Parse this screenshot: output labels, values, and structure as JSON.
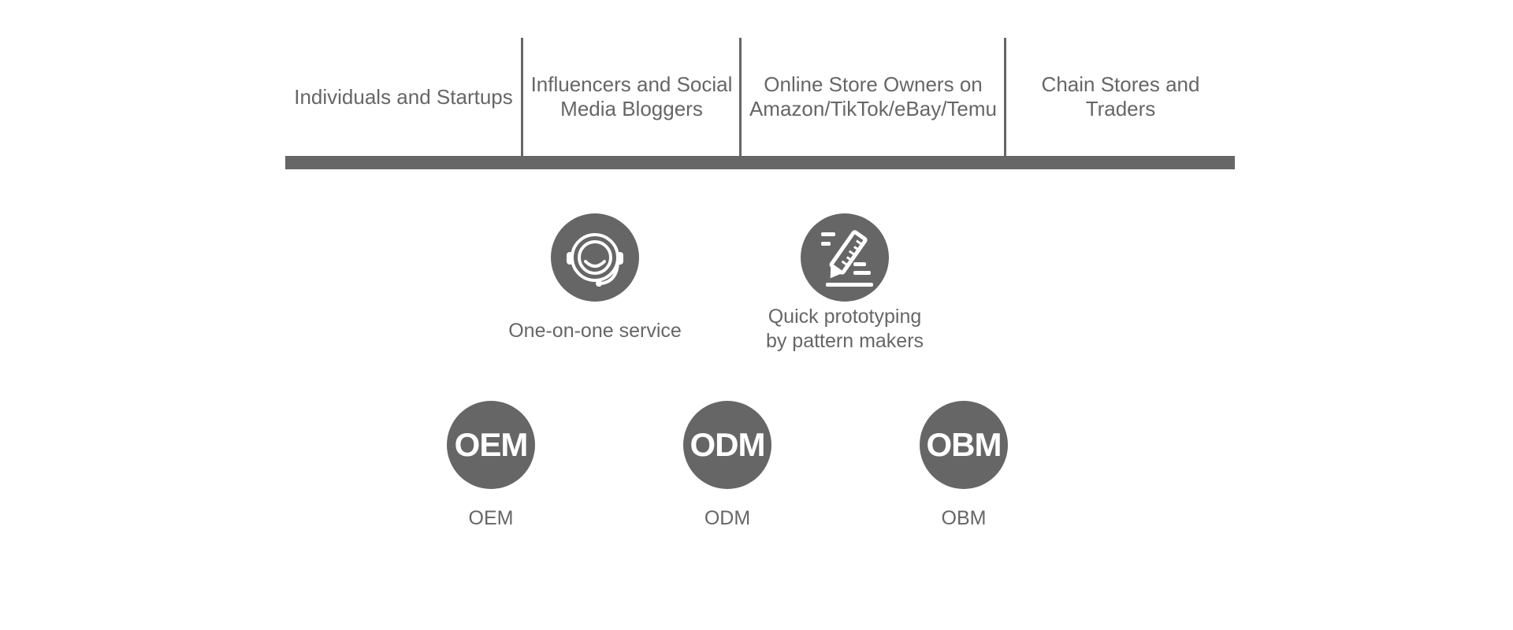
{
  "segments": [
    {
      "label": "Individuals and Startups"
    },
    {
      "label": "Influencers and Social Media Bloggers"
    },
    {
      "label": "Online Store Owners on Amazon/TikTok/eBay/Temu"
    },
    {
      "label": "Chain Stores and Traders"
    }
  ],
  "services": [
    {
      "label": "One-on-one service",
      "icon": "headset-icon"
    },
    {
      "label": "Quick prototyping\nby pattern makers",
      "icon": "pencil-ruler-icon"
    }
  ],
  "models": [
    {
      "badge": "OEM",
      "label": "OEM"
    },
    {
      "badge": "ODM",
      "label": "ODM"
    },
    {
      "badge": "OBM",
      "label": "OBM"
    }
  ],
  "colors": {
    "primary_gray": "#666666",
    "background": "#ffffff",
    "icon_fg": "#ffffff"
  }
}
